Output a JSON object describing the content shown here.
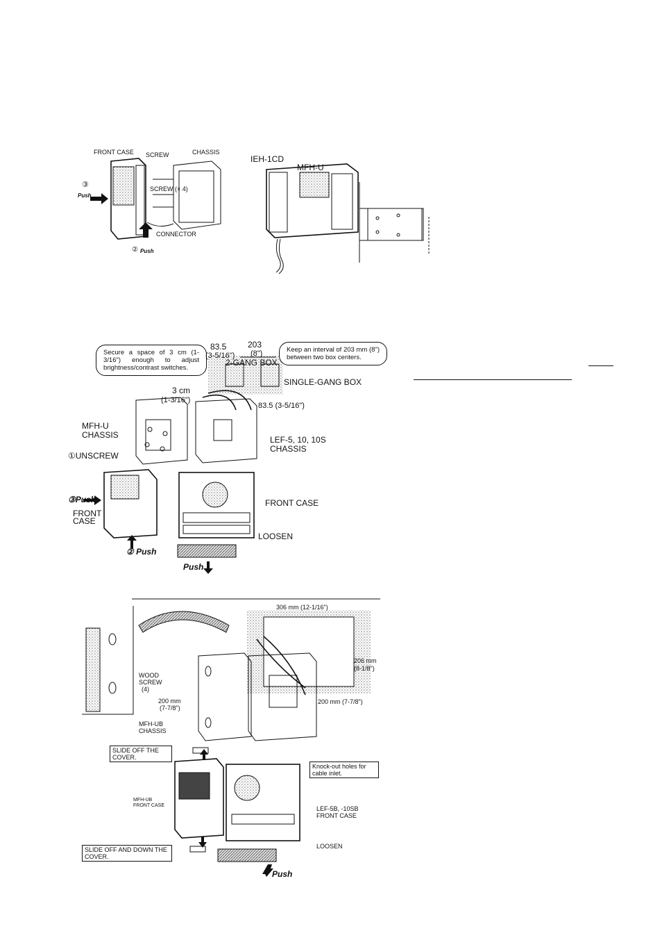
{
  "fig1": {
    "front_case": "FRONT CASE",
    "screw": "SCREW",
    "chassis": "CHASSIS",
    "screw_x4": "SCREW (× 4)",
    "connector": "CONNECTOR",
    "step3": "③",
    "push3": "Push",
    "step2": "②",
    "push2": "Push"
  },
  "fig2": {
    "ieh": "IEH-1CD",
    "mfh": "MFH-U"
  },
  "fig3": {
    "bubble_left": "Secure a space of 3 cm (1-3/16\") enough to adjust brightness/contrast switches.",
    "bubble_right": "Keep an interval of 203 mm (8\") between two box centers.",
    "dim_835_top": "83.5",
    "dim_835_top_in": "(3-5/16\")",
    "dim_203": "203",
    "dim_203_in": "(8\")",
    "two_gang": "2-GANG BOX",
    "single_gang": "SINGLE-GANG BOX",
    "dim_835_right": "83.5 (3-5/16\")",
    "dim_3cm": "3 cm",
    "dim_3cm_in": "(1-3/16\")",
    "mfhu_chassis_1": "MFH-U",
    "mfhu_chassis_2": "CHASSIS",
    "unscrew": "①UNSCREW",
    "lef_chassis_1": "LEF-5, 10, 10S",
    "lef_chassis_2": "CHASSIS",
    "push3": "③Push",
    "front_case_left_1": "FRONT",
    "front_case_left_2": "CASE",
    "front_case_right": "FRONT CASE",
    "loosen": "LOOSEN",
    "push2": "② Push",
    "push_bottom": "Push"
  },
  "fig4": {
    "dim_306": "306 mm (12-1/16\")",
    "dim_206": "206 mm",
    "dim_206_in": "(8-1/8\")",
    "dim_200_right": "200 mm (7-7/8\")",
    "wood_screw_1": "WOOD",
    "wood_screw_2": "SCREW",
    "wood_screw_3": "(4)",
    "dim_200_left": "200 mm",
    "dim_200_left_in": "(7-7/8\")",
    "mfhub_chassis_1": "MFH-UB",
    "mfhub_chassis_2": "CHASSIS",
    "slide_off": "SLIDE OFF THE COVER.",
    "knockout": "Knock-out holes for cable inlet.",
    "mfhub_front_1": "MFH-UB",
    "mfhub_front_2": "FRONT CASE",
    "lef_front_1": "LEF-5B, -10SB",
    "lef_front_2": "FRONT CASE",
    "slide_off_down": "SLIDE OFF AND DOWN THE COVER.",
    "loosen": "LOOSEN",
    "push": "Push"
  }
}
